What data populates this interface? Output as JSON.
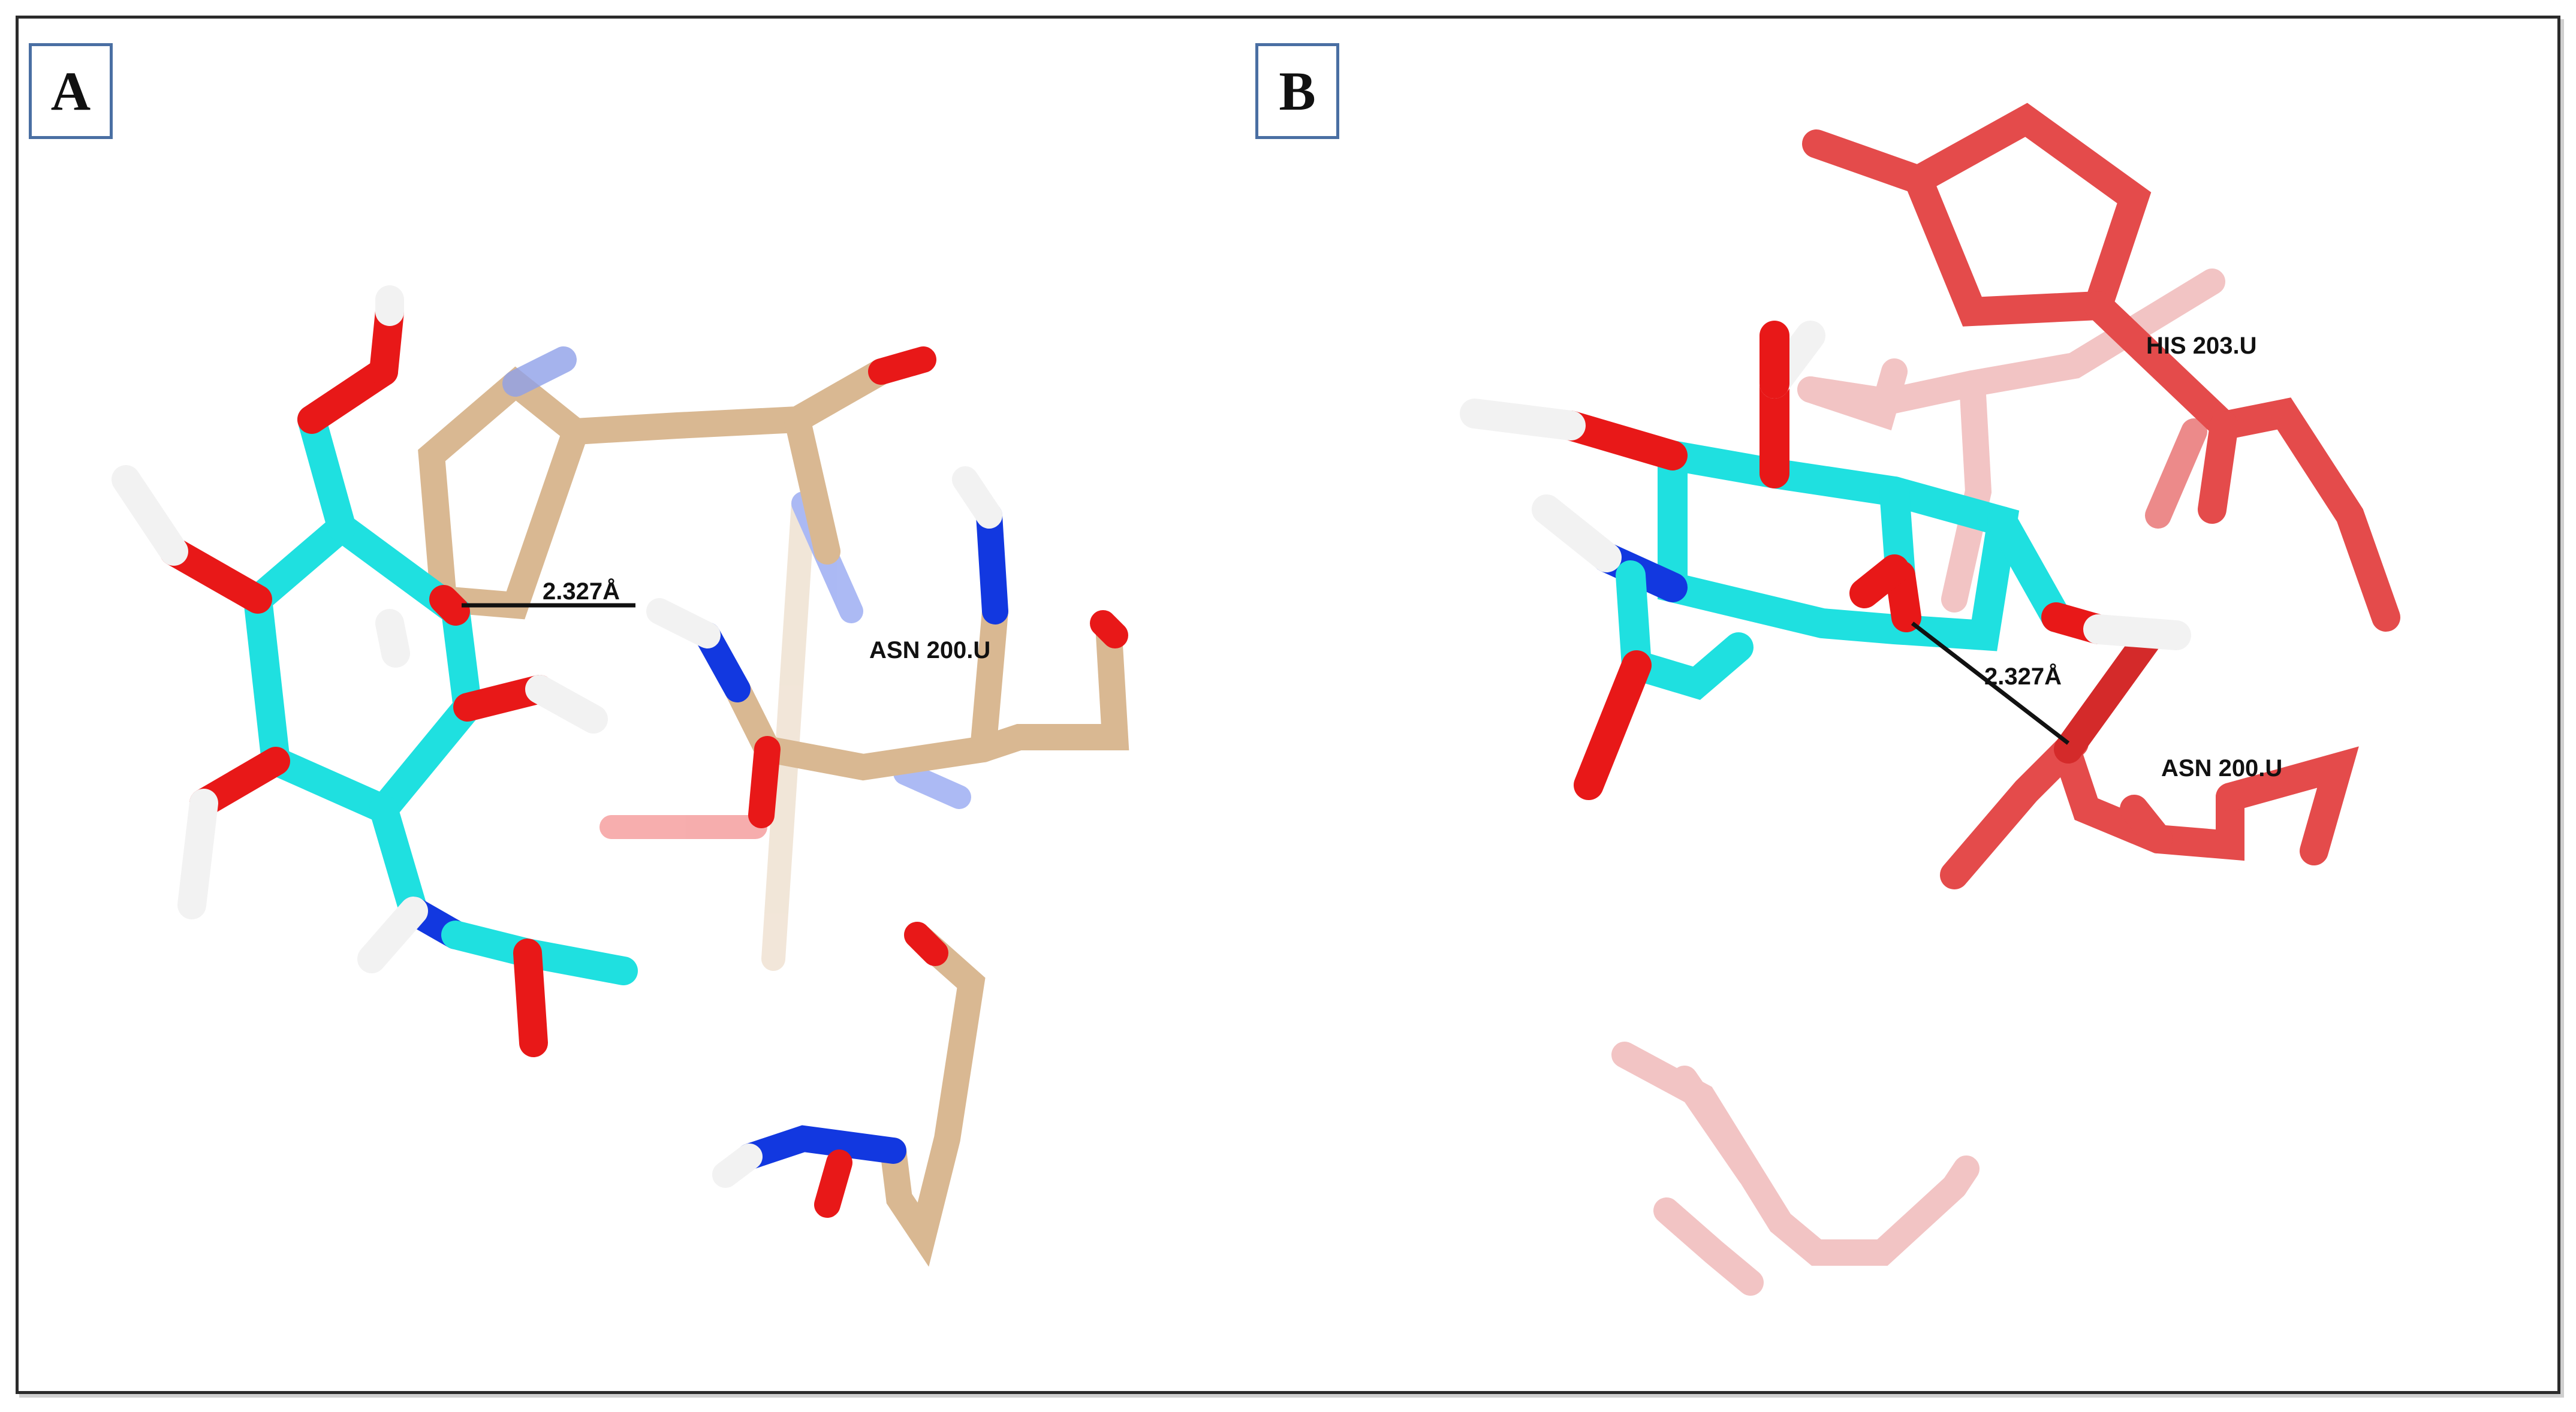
{
  "panels": [
    {
      "tag": "A",
      "distance_label": "2.327Å",
      "residue_labels": [
        "ASN 200.U"
      ]
    },
    {
      "tag": "B",
      "distance_label": "2.327Å",
      "residue_labels": [
        "HIS 203.U",
        "ASN 200.U"
      ]
    }
  ],
  "colors": {
    "ligand_carbon": "#1fe0e0",
    "oxygen": "#e81818",
    "nitrogen": "#1238e0",
    "hydrogen": "#f2f2f2",
    "protein_tan": "#d9b892",
    "protein_red": "#e44b4b",
    "protein_pink": "#f2c4c4",
    "hbond_line": "#111111"
  }
}
